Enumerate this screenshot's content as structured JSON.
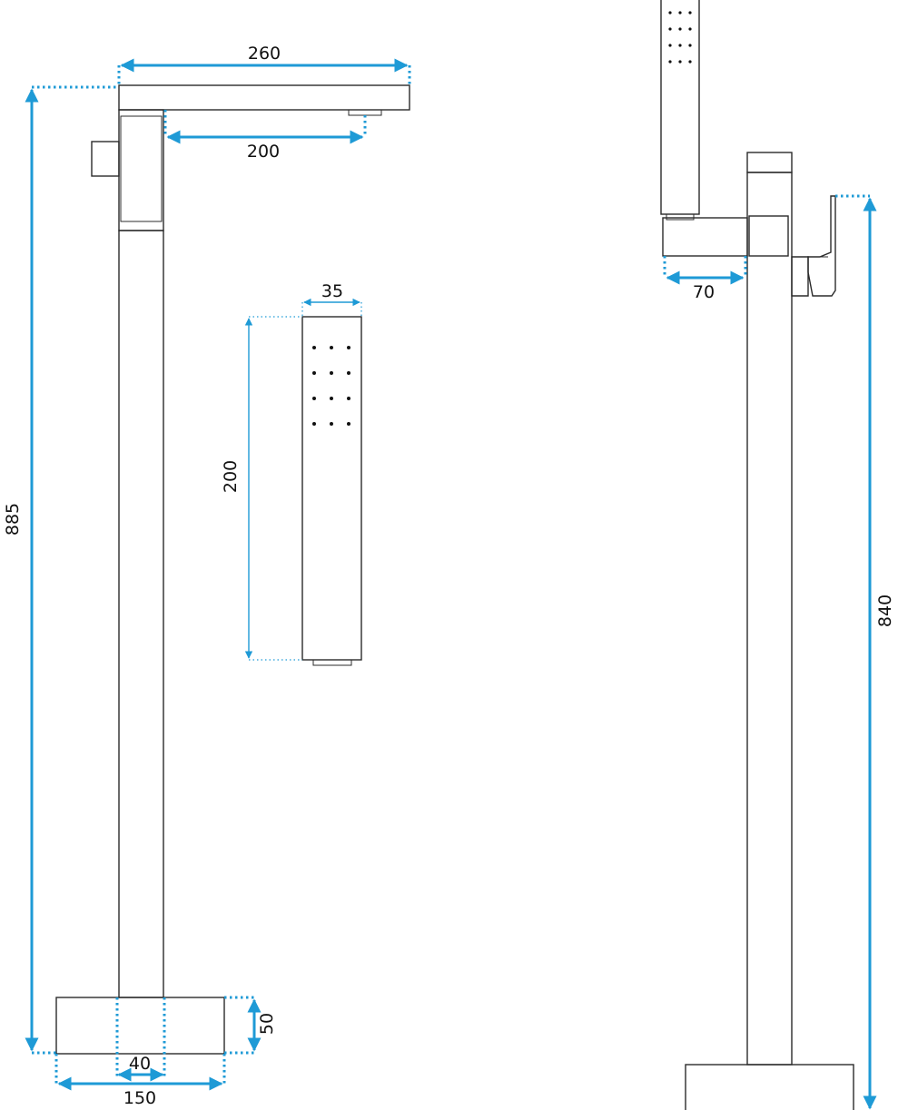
{
  "colors": {
    "dimension": "#1e9ad6",
    "outline": "#2b2b2b",
    "background": "#ffffff"
  },
  "dimensions": {
    "spout_length": "260",
    "spout_reach": "200",
    "total_height": "885",
    "base_height": "50",
    "column_width": "40",
    "base_width": "150",
    "handshower_width": "35",
    "handshower_length": "200",
    "holder_length": "70",
    "side_height": "840"
  }
}
